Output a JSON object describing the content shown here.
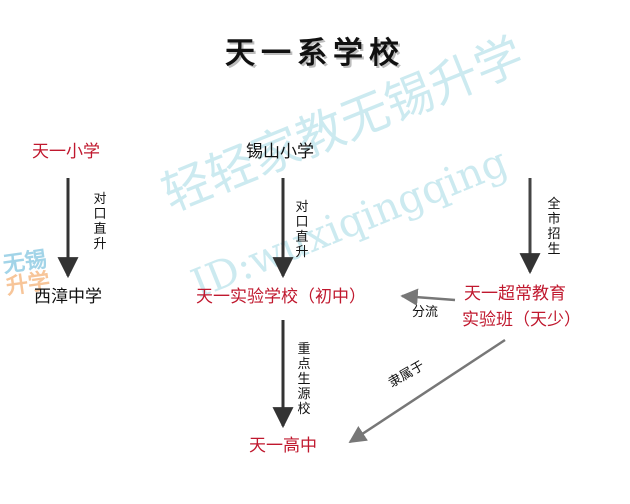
{
  "title": "天一系学校",
  "colors": {
    "school_red": "#c0182e",
    "text": "#111111",
    "arrow_dark": "#333333",
    "arrow_light": "#777777",
    "watermark": "#78c8d7"
  },
  "nodes": {
    "tianyi_primary": "天一小学",
    "xishan_primary": "锡山小学",
    "xizhang_middle": "西漳中学",
    "tianyi_experimental": "天一实验学校（初中）",
    "gifted_class_line1": "天一超常教育",
    "gifted_class_line2": "实验班（天少）",
    "tianyi_high": "天一高中"
  },
  "edge_labels": {
    "direct_left": "对口直升",
    "direct_mid": "对口直升",
    "citywide": "全市招生",
    "diversion": "分流",
    "key_source": "重点生源校",
    "affiliated": "隶属于"
  },
  "watermark": {
    "line1": "轻轻家教无锡升学",
    "line2": "ID:wuxiqingqing",
    "logo_top": "无锡",
    "logo_bottom": "升学"
  }
}
